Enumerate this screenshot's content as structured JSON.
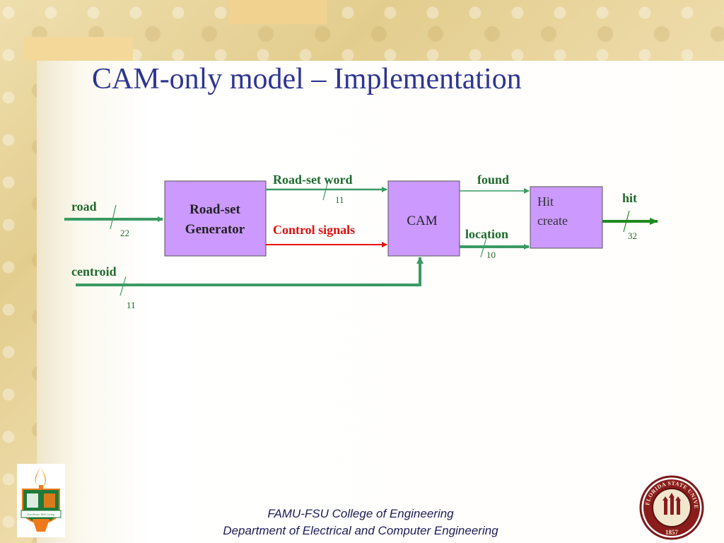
{
  "slide": {
    "title": "CAM-only model – Implementation",
    "footer_line1": "FAMU-FSU College of Engineering",
    "footer_line2": "Department of Electrical and Computer Engineering"
  },
  "diagram": {
    "blocks": {
      "roadset_generator": [
        "Road-set",
        "Generator"
      ],
      "cam": "CAM",
      "hit_create": [
        "Hit",
        "create"
      ]
    },
    "signals": {
      "road": {
        "label": "road",
        "width": "22"
      },
      "centroid": {
        "label": "centroid",
        "width": "11"
      },
      "roadset_word": {
        "label": "Road-set word",
        "width": "11"
      },
      "control_signals": {
        "label": "Control signals"
      },
      "found": {
        "label": "found"
      },
      "location": {
        "label": "location",
        "width": "10"
      },
      "hit": {
        "label": "hit",
        "width": "32"
      }
    },
    "colors": {
      "block_fill": "#cc99ff",
      "signal_green": "#3a9a63",
      "hit_green": "#1f8a1f",
      "control_red": "#ee1111",
      "label_green": "#1f6b2e",
      "label_red": "#e01010",
      "title_blue": "#2e3592"
    }
  },
  "logos": {
    "famu_motto": "Excellence With Caring",
    "fsu_seal_text": "FLORIDA STATE UNIVERSITY",
    "fsu_seal_year": "1857"
  }
}
